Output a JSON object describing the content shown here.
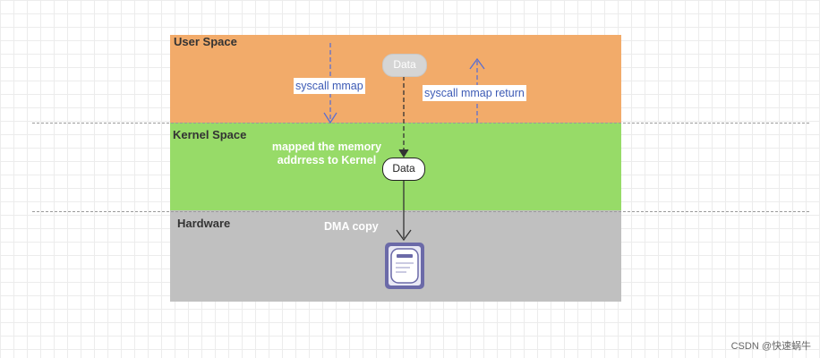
{
  "layers": {
    "user": {
      "title": "User Space"
    },
    "kernel": {
      "title": "Kernel Space"
    },
    "hardware": {
      "title": "Hardware"
    }
  },
  "labels": {
    "syscall": "syscall mmap",
    "syscall_return": "syscall mmap return",
    "mapped_line1": "mapped the memory",
    "mapped_line2": "addrress to Kernel",
    "dma": "DMA copy"
  },
  "nodes": {
    "user_data": "Data",
    "kernel_data": "Data"
  },
  "icons": {
    "disk": "hard-disk-icon"
  },
  "colors": {
    "user_space": "#f2ab6a",
    "kernel_space": "#97db68",
    "hardware": "#c0c0c0",
    "arrow_blue": "#5b6fd1",
    "disk": "#6b6aa8"
  },
  "watermark": "CSDN @快速蜗牛"
}
